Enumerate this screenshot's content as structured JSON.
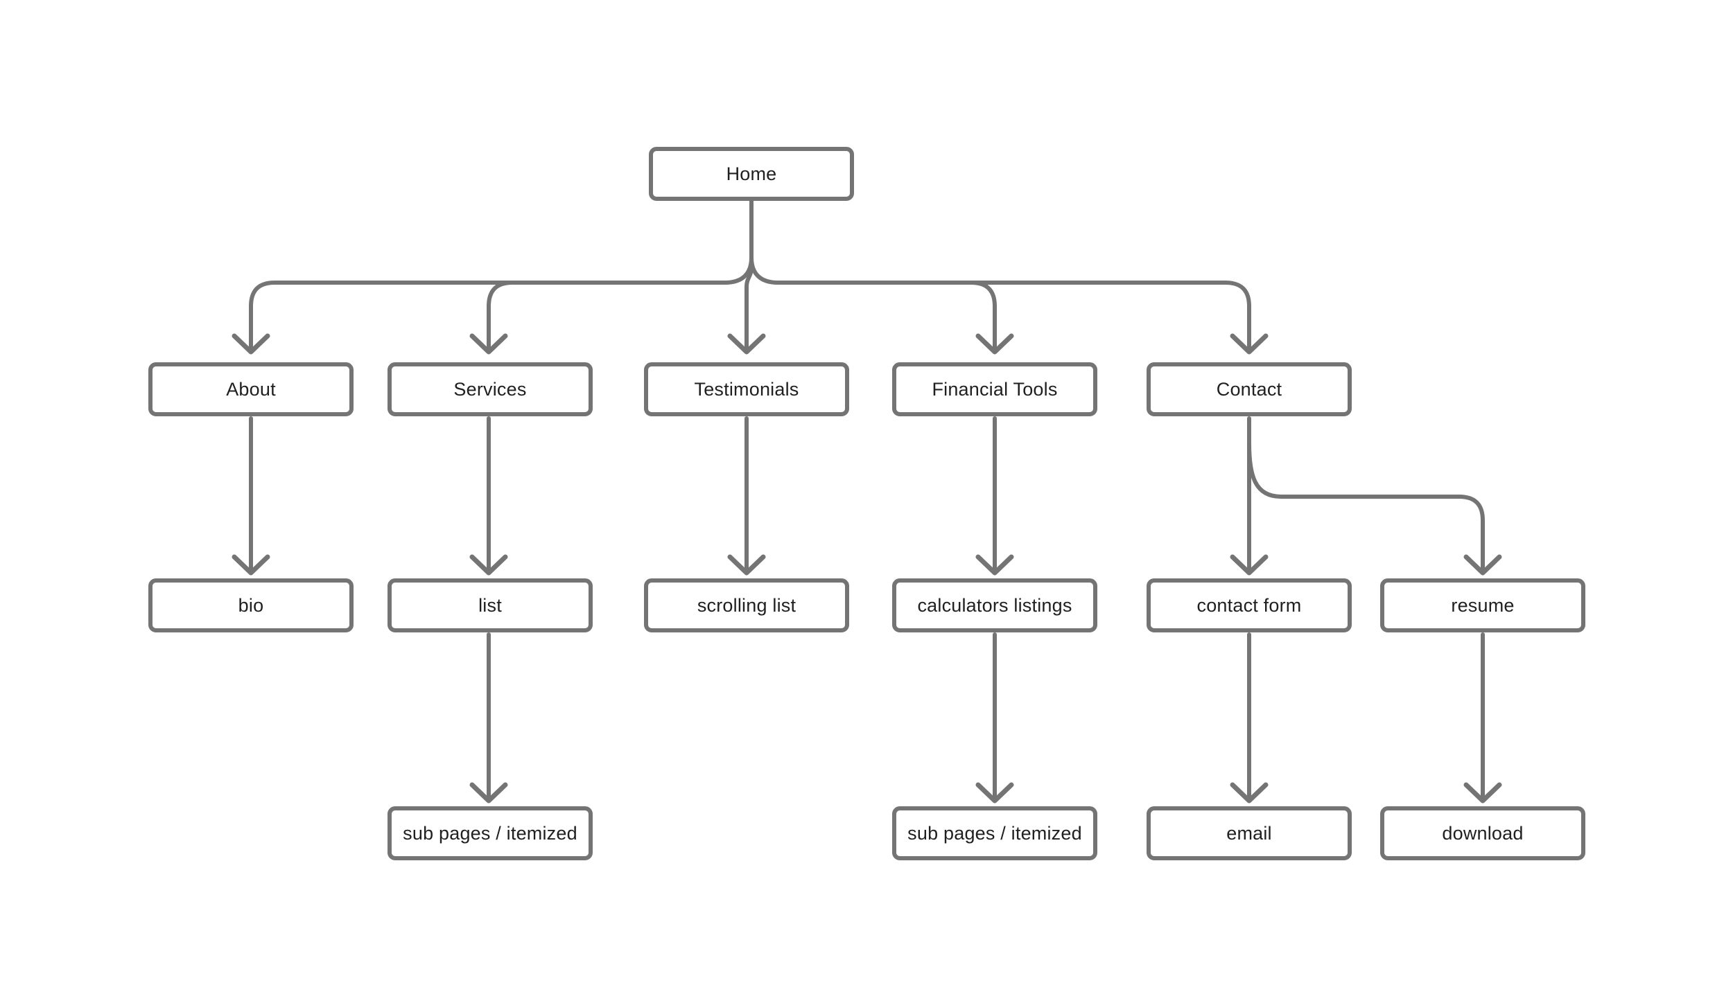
{
  "diagram": {
    "type": "sitemap-flowchart",
    "colors": {
      "background": "#ffffff",
      "connector_line": "#747474",
      "box_border": "#747474",
      "box_fill": "#ffffff",
      "label_text": "#202020"
    },
    "nodes": {
      "home": {
        "label": "Home",
        "level": 1
      },
      "about": {
        "label": "About",
        "level": 2
      },
      "services": {
        "label": "Services",
        "level": 2
      },
      "testimonials": {
        "label": "Testimonials",
        "level": 2
      },
      "financial_tools": {
        "label": "Financial Tools",
        "level": 2
      },
      "contact": {
        "label": "Contact",
        "level": 2
      },
      "bio": {
        "label": "bio",
        "level": 3
      },
      "list": {
        "label": "list",
        "level": 3
      },
      "scrolling_list": {
        "label": "scrolling list",
        "level": 3
      },
      "calculators_listings": {
        "label": "calculators listings",
        "level": 3
      },
      "contact_form": {
        "label": "contact form",
        "level": 3
      },
      "resume": {
        "label": "resume",
        "level": 3
      },
      "sub_pages_services": {
        "label": "sub pages / itemized",
        "level": 4
      },
      "sub_pages_financial": {
        "label": "sub pages / itemized",
        "level": 4
      },
      "email": {
        "label": "email",
        "level": 4
      },
      "download": {
        "label": "download",
        "level": 4
      }
    },
    "edges": [
      {
        "from": "home",
        "to": "about"
      },
      {
        "from": "home",
        "to": "services"
      },
      {
        "from": "home",
        "to": "testimonials"
      },
      {
        "from": "home",
        "to": "financial_tools"
      },
      {
        "from": "home",
        "to": "contact"
      },
      {
        "from": "about",
        "to": "bio"
      },
      {
        "from": "services",
        "to": "list"
      },
      {
        "from": "testimonials",
        "to": "scrolling_list"
      },
      {
        "from": "financial_tools",
        "to": "calculators_listings"
      },
      {
        "from": "contact",
        "to": "contact_form"
      },
      {
        "from": "contact",
        "to": "resume"
      },
      {
        "from": "list",
        "to": "sub_pages_services"
      },
      {
        "from": "calculators_listings",
        "to": "sub_pages_financial"
      },
      {
        "from": "contact_form",
        "to": "email"
      },
      {
        "from": "resume",
        "to": "download"
      }
    ]
  }
}
